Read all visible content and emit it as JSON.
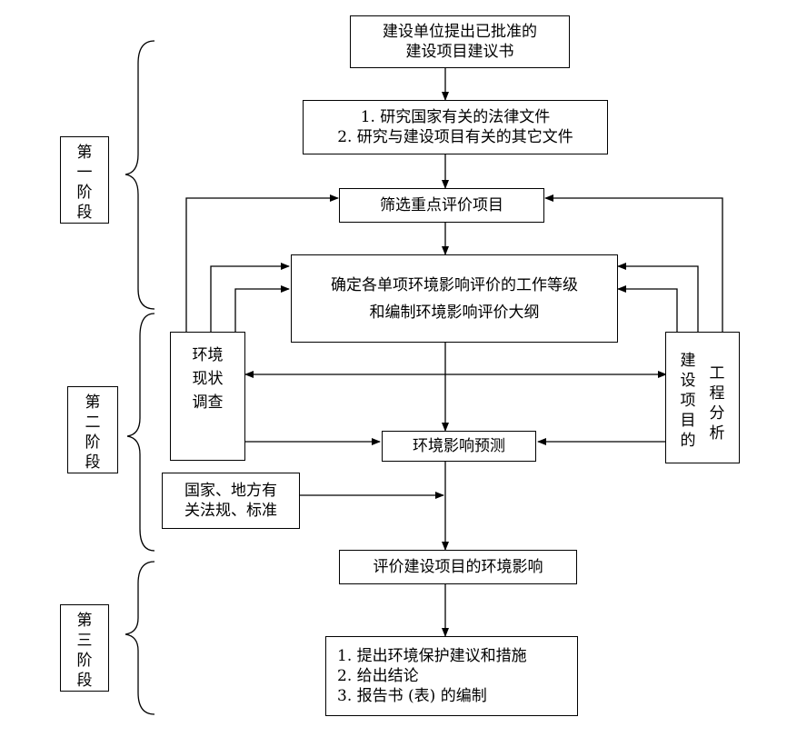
{
  "stages": [
    {
      "label": "第一阶段"
    },
    {
      "label": "第二阶段"
    },
    {
      "label": "第三阶段"
    }
  ],
  "nodes": {
    "proposal": {
      "lines": [
        "建设单位提出已批准的",
        "建设项目建议书"
      ]
    },
    "study": {
      "lines": [
        "1. 研究国家有关的法律文件",
        "2. 研究与建设项目有关的其它文件"
      ]
    },
    "screen": {
      "lines": [
        "筛选重点评价项目"
      ]
    },
    "grade": {
      "lines": [
        "确定各单项环境影响评价的工作等级",
        "和编制环境影响评价大纲"
      ]
    },
    "survey": {
      "text": "环境现状调查"
    },
    "engineering": {
      "col1": "建设项目的",
      "col2": "工程分析"
    },
    "predict": {
      "lines": [
        "环境影响预测"
      ]
    },
    "laws": {
      "lines": [
        "国家、地方有",
        "关法规、标准"
      ]
    },
    "evaluate": {
      "lines": [
        "评价建设项目的环境影响"
      ]
    },
    "conclusion": {
      "lines": [
        "1. 提出环境保护建议和措施",
        "2. 给出结论",
        "3. 报告书 (表) 的编制"
      ]
    }
  }
}
